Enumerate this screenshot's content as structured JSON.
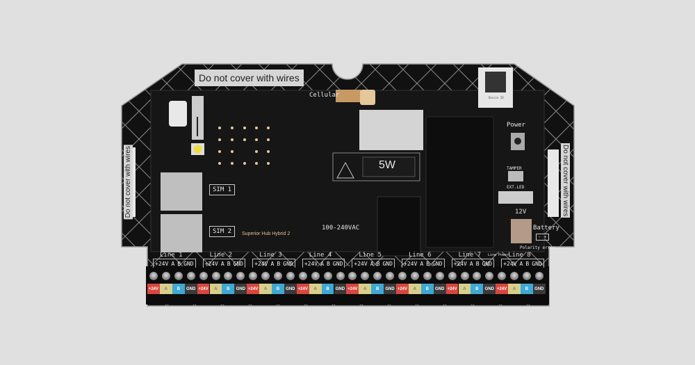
{
  "product_name": "Superior Hub Hybrid 2",
  "stickers": {
    "top": "Do not cover with wires",
    "left": "Do not cover with wires",
    "right": "Do not cover with wires"
  },
  "labels": {
    "cellular": "Cellular",
    "power_rating": "5W",
    "voltage": "100-240VAC",
    "power_button": "Power",
    "tamper": "TAMPER",
    "ext_led": "EXT.LED",
    "twelve_v": "12V",
    "battery": "Battery",
    "battery_polarity": "- +",
    "polarity_error": "Polarity error",
    "line_power": "Line Power",
    "sim1": "SIM 1",
    "sim2": "SIM 2",
    "device_id": "Device ID"
  },
  "lines": [
    {
      "label": "Line 1",
      "pins": [
        "+24V",
        "A",
        "B",
        "GND"
      ]
    },
    {
      "label": "Line 2",
      "pins": [
        "+24V",
        "A",
        "B",
        "GND"
      ]
    },
    {
      "label": "Line 3",
      "pins": [
        "+24V",
        "A",
        "B",
        "GND"
      ]
    },
    {
      "label": "Line 4",
      "pins": [
        "+24V",
        "A",
        "B",
        "GND"
      ]
    },
    {
      "label": "Line 5",
      "pins": [
        "+24V",
        "A",
        "B",
        "GND"
      ]
    },
    {
      "label": "Line 6",
      "pins": [
        "+24V",
        "A",
        "B",
        "GND"
      ]
    },
    {
      "label": "Line 7",
      "pins": [
        "+24V",
        "A",
        "B",
        "GND"
      ]
    },
    {
      "label": "Line 8",
      "pins": [
        "+24V",
        "A",
        "B",
        "GND"
      ]
    }
  ],
  "colors": {
    "+24V": "#d9463f",
    "A": "#d8d08a",
    "B": "#3fa8d4",
    "GND": "#3a3a3a",
    "board": "#141414"
  }
}
